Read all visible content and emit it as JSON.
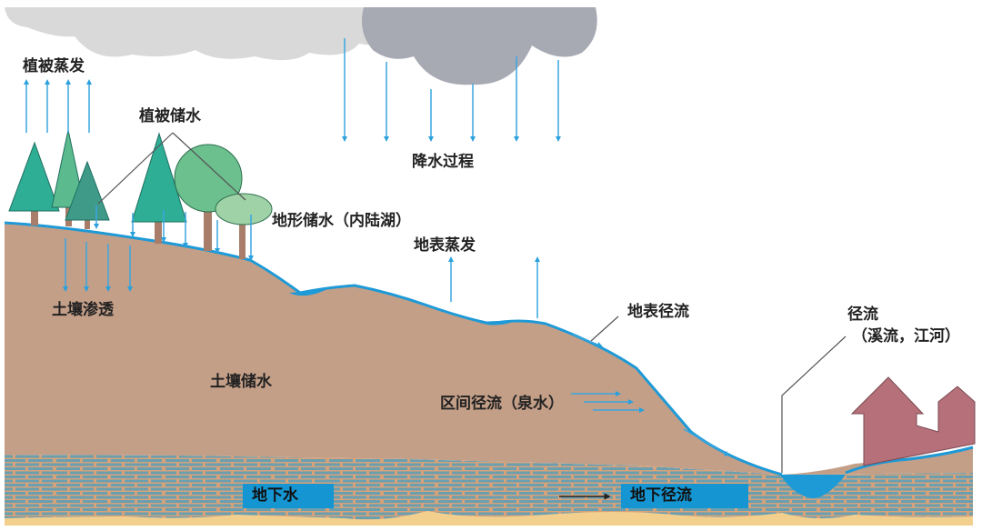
{
  "title": "水循环过程示意图",
  "labels": {
    "vegetation_evaporation": "植被蒸发",
    "vegetation_storage": "植被储水",
    "precipitation": "降水过程",
    "terrain_storage": "地形储水（内陆湖）",
    "surface_evaporation": "地表蒸发",
    "soil_infiltration": "土壤渗透",
    "surface_runoff": "地表径流",
    "runoff": "径流",
    "runoff_sub": "（溪流，江河）",
    "soil_storage": "土壤储水",
    "interflow": "区间径流（泉水）",
    "groundwater": "地下水",
    "groundwater_flow": "地下径流"
  },
  "colors": {
    "water": "#1e9ad6",
    "arrow": "#3aa6e0",
    "soil": "#c49f88",
    "groundwater_stripe_a": "#6a9fb0",
    "groundwater_stripe_b": "#d6a27a",
    "bedrock": "#f3cf8e",
    "cloud_light": "#d9d9d9",
    "cloud_dark": "#a7a9b3",
    "conifer": "#2fae96",
    "conifer_light": "#5cbb8e",
    "conifer_dark": "#3f9a88",
    "broadleaf": "#6cc08e",
    "broadleaf_light": "#9fd2a6",
    "trunk": "#a87e6a",
    "house": "#b5707a",
    "label_box": "#1596d2"
  }
}
